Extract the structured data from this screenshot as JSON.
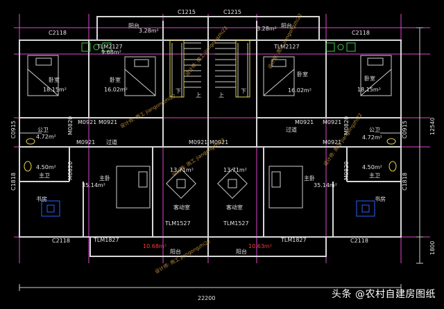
{
  "brand": "头条 @农村自建房图纸",
  "windows": {
    "top_left": "C1215",
    "top_right": "C1215",
    "c2118_tl": "C2118",
    "c2118_tr": "C2118",
    "c2118_bl": "C2118",
    "c2118_br": "C2118",
    "side_l": "C0915",
    "side_r": "C0915",
    "side_l2": "C1818",
    "side_r2": "C1818"
  },
  "doors": {
    "tlm2127_l": "TLM2127",
    "tlm2127_r": "TLM2127",
    "m0921_a": "M0921",
    "m0921_b": "M0921",
    "m0921_c": "M0921",
    "m0921_d": "M0921",
    "m0921_e": "M0921",
    "m0921_f": "M0921",
    "m0921_g": "M0921",
    "m0921_h": "M0921",
    "m0820_a": "M0820",
    "m0820_b": "M0820",
    "m0820_c": "M0820",
    "m0820_d": "M0820",
    "tlm1527_l": "TLM1527",
    "tlm1527_r": "TLM1527",
    "tlm1827_l": "TLM1827",
    "tlm1827_r": "TLM1827"
  },
  "rooms": {
    "balcony_tl": "阳台",
    "balcony_tl_area": "3.28m²",
    "balcony_tr": "阳台",
    "balcony_tr_area": "3.28m²",
    "area_968": "9.68m²",
    "bed1_l": "卧室",
    "bed1_l_area": "18.15m²",
    "bed2_l": "卧室",
    "bed2_l_area": "16.02m²",
    "bed2_r": "卧室",
    "bed2_r_area": "16.02m²",
    "bed1_r": "卧室",
    "bed1_r_area": "18.15m²",
    "bath_l": "公卫",
    "bath_l_area": "4.72m²",
    "bath_r": "公卫",
    "bath_r_area": "4.72m²",
    "corr_l": "过道",
    "corr_r": "过道",
    "master_bath_l": "主卫",
    "master_bath_l_area": "4.50m²",
    "master_bath_r": "主卫",
    "master_bath_r_area": "4.50m²",
    "master_l": "主卧",
    "master_l_area": "35.14m²",
    "master_r": "主卧",
    "master_r_area": "35.14m²",
    "living_l_area": "13.71m²",
    "living_l": "客动室",
    "living_r_area": "13.71m²",
    "living_r": "客动室",
    "study_l": "书房",
    "study_r": "书房",
    "balcony_bl": "阳台",
    "balcony_bl_area": "10.68m²",
    "balcony_br": "阳台",
    "balcony_br_area": "10.63m²",
    "stair_up_l": "上",
    "stair_up_r": "上",
    "stair_dn_l": "下",
    "stair_dn_r": "下"
  },
  "dimensions": {
    "width": "22200",
    "depth": "12540",
    "extra": "1800"
  },
  "watermarks": {
    "w1": "设计师: 雨工 jiangongzhi22",
    "w2": "设计师: 雨工 jiangongzhi22",
    "w3": "设计师: 雨工 jiangongzhi22",
    "w4": "设计师: 雨工 jiangongzhi22",
    "w5": "设计师: 雨工 jiangongzhi22",
    "w6": "设计师: 雨工 jiangongzhi22"
  }
}
